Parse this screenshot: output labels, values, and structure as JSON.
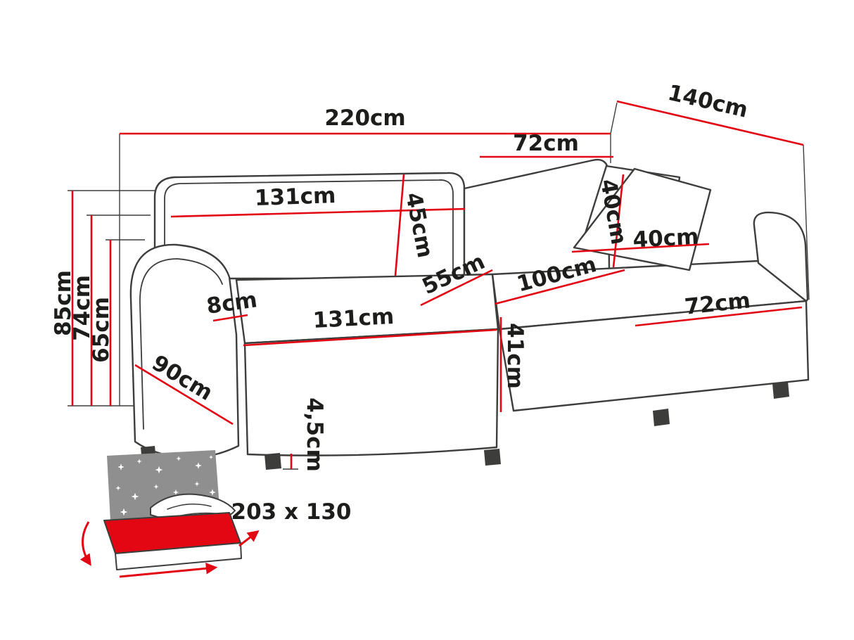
{
  "diagram": {
    "unit": "cm",
    "labels": {
      "total_width": "220cm",
      "total_depth": "140cm",
      "backrest_section_width": "72cm",
      "backrest_cushion_width": "131cm",
      "backrest_cushion_height": "45cm",
      "pillow_height": "40cm",
      "pillow_width": "40cm",
      "seat_depth": "55cm",
      "corner_seat_width": "100cm",
      "chaise_width": "72cm",
      "armrest_width": "8cm",
      "seat_width": "131cm",
      "seat_height": "41cm",
      "armrest_depth": "90cm",
      "total_height": "85cm",
      "armrest_height": "74cm",
      "seat_front_height": "65cm",
      "leg_height": "4,5cm",
      "sleeping_area": "203 x 130"
    },
    "colors": {
      "dimension_line": "#e30613",
      "outline": "#3d3d3b",
      "headboard": "#8f8f8f",
      "mattress": "#e30613",
      "label_text": "#1d1d1b"
    }
  }
}
